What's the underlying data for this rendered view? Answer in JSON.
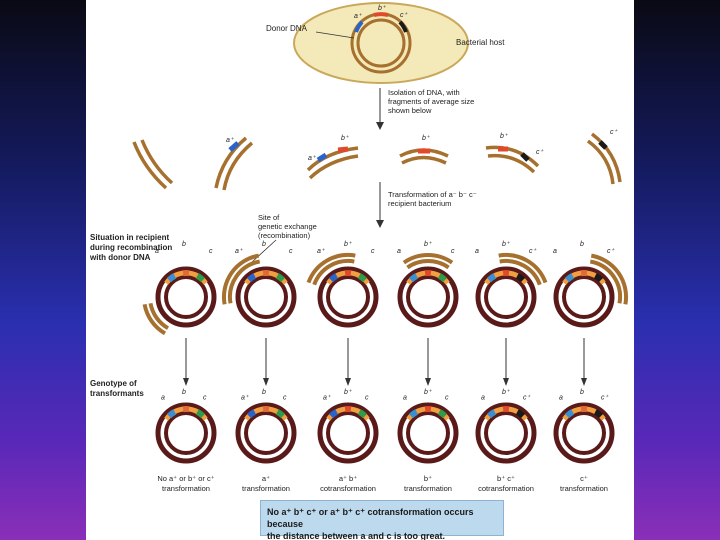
{
  "labels": {
    "donor_dna": "Donor DNA",
    "bacterial_host": "Bacterial host",
    "isolation_1": "Isolation of DNA, with",
    "isolation_2": "fragments of average size",
    "isolation_3": "shown below",
    "transformation_1": "Transformation of a⁻ b⁻ c⁻",
    "transformation_2": "recipient bacterium",
    "site_1": "Site of",
    "site_2": "genetic exchange",
    "site_3": "(recombination)",
    "situation_1": "Situation in recipient",
    "situation_2": "during recombination",
    "situation_3": "with donor DNA",
    "genotype_1": "Genotype of",
    "genotype_2": "transformants"
  },
  "genes": {
    "a_plus": "a⁺",
    "b_plus": "b⁺",
    "c_plus": "c⁺",
    "a_minus": "a",
    "b_minus": "b",
    "c_minus": "c"
  },
  "outcomes": [
    {
      "line1": "No a⁺ or b⁺ or c⁺",
      "line2": "transformation"
    },
    {
      "line1": "a⁺",
      "line2": "transformation"
    },
    {
      "line1": "a⁺ b⁺",
      "line2": "cotransformation"
    },
    {
      "line1": "b⁺",
      "line2": "transformation"
    },
    {
      "line1": "b⁺ c⁺",
      "line2": "cotransformation"
    },
    {
      "line1": "c⁺",
      "line2": "transformation"
    }
  ],
  "note": {
    "line1": "No a⁺ b⁺ c⁺ or a⁺ b⁺ c⁺ cotransformation occurs because",
    "line2": "the distance between a and c is too great."
  },
  "colors": {
    "dna_brown": "#a6702e",
    "recipient_ring": "#5a1a1a",
    "gene_a": "#2a63c9",
    "gene_b": "#e04a2a",
    "gene_c": "#1a1a1a",
    "gene_c_recipient": "#2e9a4a",
    "orange_band": "#f0a040",
    "cell_fill": "#f4e9b8",
    "note_box": "#bcd9ee"
  }
}
